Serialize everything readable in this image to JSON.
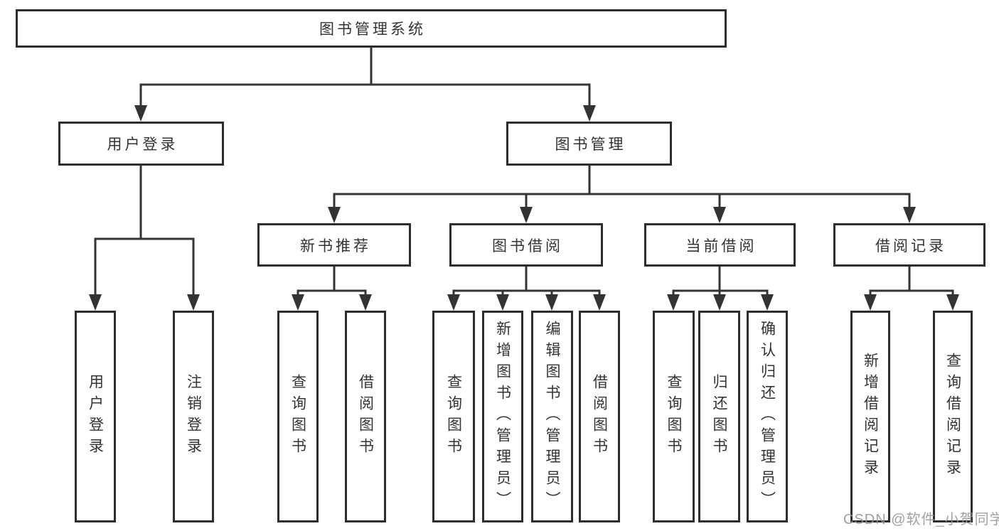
{
  "diagram": {
    "root": {
      "label": "图书管理系统"
    },
    "branches": [
      {
        "label": "用户登录",
        "children": [
          {
            "label": "用户登录"
          },
          {
            "label": "注销登录"
          }
        ]
      },
      {
        "label": "图书管理",
        "children": [
          {
            "label": "新书推荐",
            "children": [
              {
                "label": "查询图书"
              },
              {
                "label": "借阅图书"
              }
            ]
          },
          {
            "label": "图书借阅",
            "children": [
              {
                "label": "查询图书"
              },
              {
                "label": "新增图书（管理员）"
              },
              {
                "label": "编辑图书（管理员）"
              },
              {
                "label": "借阅图书"
              }
            ]
          },
          {
            "label": "当前借阅",
            "children": [
              {
                "label": "查询图书"
              },
              {
                "label": "归还图书"
              },
              {
                "label": "确认归还（管理员）"
              }
            ]
          },
          {
            "label": "借阅记录",
            "children": [
              {
                "label": "新增借阅记录"
              },
              {
                "label": "查询借阅记录"
              }
            ]
          }
        ]
      }
    ]
  },
  "watermark": {
    "text": "CSDN @软件_小贺同学"
  },
  "colors": {
    "line": "#333333",
    "box_border": "#2d2d2d",
    "text": "#333333",
    "background": "#ffffff",
    "watermark": "#949494"
  }
}
